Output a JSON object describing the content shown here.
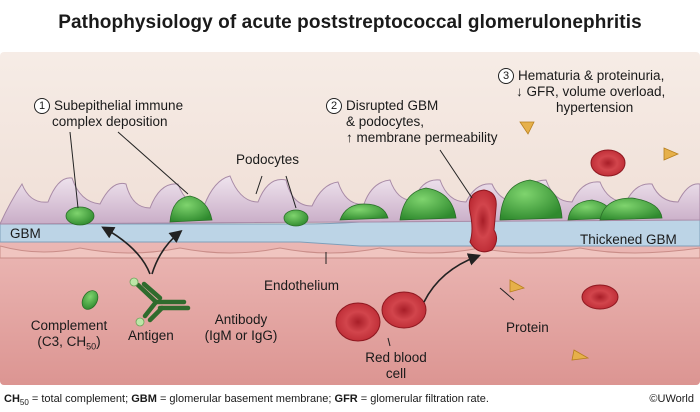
{
  "title": "Pathophysiology of acute poststreptococcal glomerulonephritis",
  "step1": {
    "number": "1",
    "line1": "Subepithelial immune",
    "line2": "complex deposition"
  },
  "step2": {
    "number": "2",
    "line1": "Disrupted GBM",
    "line2": "& podocytes,",
    "line3": "↑ membrane permeability"
  },
  "step3": {
    "number": "3",
    "line1": "Hematuria & proteinuria,",
    "line2": "↓ GFR, volume overload,",
    "line3": "hypertension"
  },
  "labels": {
    "podocytes": "Podocytes",
    "gbm": "GBM",
    "thickened_gbm": "Thickened GBM",
    "endothelium": "Endothelium",
    "complement_line1": "Complement",
    "complement_line2_pre": "(C3, CH",
    "complement_line2_sub": "50",
    "complement_line2_post": ")",
    "antigen": "Antigen",
    "antibody_line1": "Antibody",
    "antibody_line2": "(IgM or IgG)",
    "rbc_line1": "Red blood",
    "rbc_line2": "cell",
    "protein": "Protein"
  },
  "footer": {
    "ch50_a": "CH",
    "ch50_sub": "50",
    "ch50_def": " = total complement; ",
    "gbm_abbr": "GBM",
    "gbm_def": " = glomerular basement membrane; ",
    "gfr_abbr": "GFR",
    "gfr_def": " = glomerular filtration rate."
  },
  "copyright": "©UWorld",
  "colors": {
    "background_top": "#f3e4dc",
    "capillary": "#e6a9a7",
    "gbm": "#bcd4e6",
    "podocyte": "#d7c2d5",
    "immune_complex": "#48a745",
    "rbc": "#c42b34",
    "protein": "#e6b04a",
    "antibody": "#3d7a3a"
  }
}
